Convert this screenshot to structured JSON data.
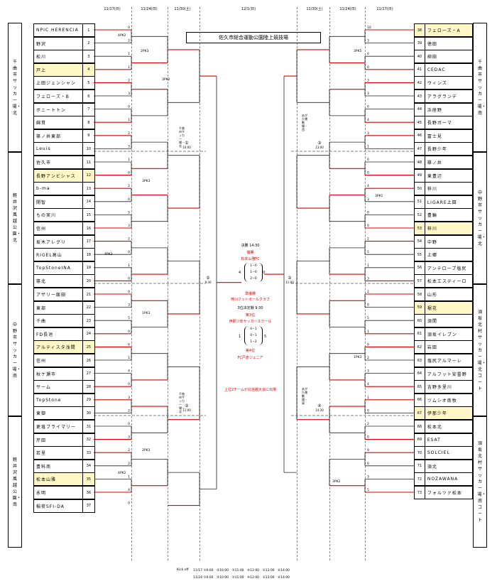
{
  "dates": {
    "l1": "11/17(日)",
    "l2": "11/24(日)",
    "l3": "11/30(土)",
    "c": "12/1(日)",
    "r3": "11/30(土)",
    "r2": "11/24(日)",
    "r1": "11/17(日)"
  },
  "venue_final": "佐久市総合運動公園陸上競技場",
  "regions": {
    "l1": "千曲市サッカー場・北",
    "l2": "軽井沢風越公園・北",
    "l3": "中野市サッカー場・南",
    "l4": "軽井沢風越公園・南",
    "r1": "千曲市サッカー場・南",
    "r2": "中野市サッカー場・北",
    "r3": "須坂北村サッカー場・北コート",
    "r4": "須坂北村サッカー場・南コート"
  },
  "left_teams": [
    {
      "no": "1",
      "name": "NPIC HERENCIA",
      "hl": false
    },
    {
      "no": "2",
      "name": "野沢",
      "hl": false
    },
    {
      "no": "3",
      "name": "松川",
      "hl": false
    },
    {
      "no": "4",
      "name": "戸上",
      "hl": true
    },
    {
      "no": "5",
      "name": "上田ジェンシャン",
      "hl": false
    },
    {
      "no": "6",
      "name": "フェローズ・B",
      "hl": false
    },
    {
      "no": "7",
      "name": "ボニートトン",
      "hl": false
    },
    {
      "no": "8",
      "name": "綿貫",
      "hl": false
    },
    {
      "no": "9",
      "name": "篠ノ井東部",
      "hl": false
    },
    {
      "no": "10",
      "name": "Leuis",
      "hl": false
    },
    {
      "no": "11",
      "name": "佐久市",
      "hl": false
    },
    {
      "no": "12",
      "name": "長野アンビシャス",
      "hl": true
    },
    {
      "no": "13",
      "name": "b-ma",
      "hl": false
    },
    {
      "no": "14",
      "name": "開智",
      "hl": false
    },
    {
      "no": "15",
      "name": "もの実川",
      "hl": false
    },
    {
      "no": "16",
      "name": "信州",
      "hl": false
    },
    {
      "no": "17",
      "name": "坂木アレグリ",
      "hl": false
    },
    {
      "no": "18",
      "name": "RIGEL高山",
      "hl": false
    },
    {
      "no": "19",
      "name": "TopStoneINA",
      "hl": false
    },
    {
      "no": "20",
      "name": "篠北",
      "hl": false
    },
    {
      "no": "21",
      "name": "アザリー飯田",
      "hl": false
    },
    {
      "no": "22",
      "name": "東部",
      "hl": false
    },
    {
      "no": "23",
      "name": "千曲",
      "hl": false
    },
    {
      "no": "24",
      "name": "FD長池",
      "hl": false
    },
    {
      "no": "25",
      "name": "アルティスタ浅間",
      "hl": true
    },
    {
      "no": "26",
      "name": "信州",
      "hl": false
    },
    {
      "no": "27",
      "name": "秋ケ瀬市",
      "hl": false
    },
    {
      "no": "28",
      "name": "サーム",
      "hl": false
    },
    {
      "no": "29",
      "name": "TopStone",
      "hl": false
    },
    {
      "no": "30",
      "name": "東御",
      "hl": false
    },
    {
      "no": "31",
      "name": "更埴ブライマリー",
      "hl": false
    },
    {
      "no": "32",
      "name": "芹田",
      "hl": false
    },
    {
      "no": "33",
      "name": "若里",
      "hl": false
    },
    {
      "no": "34",
      "name": "豊科南",
      "hl": false
    },
    {
      "no": "35",
      "name": "松本山雅",
      "hl": true
    },
    {
      "no": "36",
      "name": "永明",
      "hl": false
    },
    {
      "no": "37",
      "name": "稲荷SFI-DA",
      "hl": false
    }
  ],
  "right_teams": [
    {
      "no": "38",
      "name": "フェローズ・A",
      "hl": true
    },
    {
      "no": "39",
      "name": "徳田",
      "hl": false
    },
    {
      "no": "40",
      "name": "柳田",
      "hl": false
    },
    {
      "no": "41",
      "name": "CEDAC",
      "hl": false
    },
    {
      "no": "42",
      "name": "ウィンズ",
      "hl": false
    },
    {
      "no": "43",
      "name": "アラグランデ",
      "hl": false
    },
    {
      "no": "44",
      "name": "浜座野",
      "hl": false
    },
    {
      "no": "45",
      "name": "長野ガーマ",
      "hl": false
    },
    {
      "no": "46",
      "name": "富士見",
      "hl": false
    },
    {
      "no": "47",
      "name": "長野少年",
      "hl": false
    },
    {
      "no": "48",
      "name": "篠ノ井",
      "hl": false
    },
    {
      "no": "49",
      "name": "東豊辺",
      "hl": false
    },
    {
      "no": "50",
      "name": "梓川",
      "hl": false
    },
    {
      "no": "51",
      "name": "LIGARE上田",
      "hl": false
    },
    {
      "no": "52",
      "name": "豊輪",
      "hl": false
    },
    {
      "no": "53",
      "name": "梓川",
      "hl": true
    },
    {
      "no": "54",
      "name": "中野",
      "hl": false
    },
    {
      "no": "55",
      "name": "上郷",
      "hl": false
    },
    {
      "no": "56",
      "name": "アンテロープ塩尻",
      "hl": false
    },
    {
      "no": "57",
      "name": "松本エスティーロ",
      "hl": false
    },
    {
      "no": "58",
      "name": "山形",
      "hl": false
    },
    {
      "no": "59",
      "name": "裾花",
      "hl": true
    },
    {
      "no": "60",
      "name": "須間",
      "hl": false
    },
    {
      "no": "61",
      "name": "須坂イレブン",
      "hl": false
    },
    {
      "no": "62",
      "name": "岩田",
      "hl": false
    },
    {
      "no": "63",
      "name": "塩尻アルマーレ",
      "hl": false
    },
    {
      "no": "64",
      "name": "アルフット安曇野",
      "hl": false
    },
    {
      "no": "65",
      "name": "吉野多里川",
      "hl": false
    },
    {
      "no": "66",
      "name": "ツムシオ南牧",
      "hl": false
    },
    {
      "no": "67",
      "name": "伊那少年",
      "hl": true
    },
    {
      "no": "68",
      "name": "松本北",
      "hl": false
    },
    {
      "no": "69",
      "name": "ESAT",
      "hl": false
    },
    {
      "no": "70",
      "name": "SOLCIEL",
      "hl": false
    },
    {
      "no": "71",
      "name": "須北",
      "hl": false
    },
    {
      "no": "72",
      "name": "NOZAWANA",
      "hl": false
    },
    {
      "no": "73",
      "name": "フォルツァ松本",
      "hl": false
    }
  ],
  "match_labels": {
    "m1": "①",
    "m1_time": "10:00",
    "m2": "②",
    "m2_time": "11:00",
    "m3": "③",
    "m3_time": "13:00",
    "m4": "④",
    "m4_time": "14:30",
    "sf1": "⑤",
    "sf1_time": "9:30",
    "sf2": "②",
    "sf2_time": "11:00"
  },
  "center": {
    "final_time": "決勝 14:30",
    "champion_label": "優勝",
    "champion": "松本山雅FC",
    "score_left": "4",
    "score_right": "0",
    "scores": [
      "1−0",
      "1−0",
      "2−0"
    ],
    "runner_up_label": "準優勝",
    "runner_up": "梓川フットボールクラブ",
    "third_time": "3位決定戦 9:30",
    "third_label": "第3位",
    "third": "伊那少年サッカースクール",
    "third_scores": [
      "0−1",
      "0−1",
      "1−2"
    ],
    "fourth_left": "1",
    "fourth_right": "5",
    "fourth_label": "第4位",
    "fourth": "FC戸倉ジュニア",
    "note": "上位2チームが北信越大会に出場"
  },
  "kickoff": {
    "label": "Kick off",
    "row1": "11/17 ①9:00　②10:00　③11:00　④12:00　⑤13:00　⑥14:00",
    "row2": "11/24 ①9:00　②10:00　③11:00　④12:00　⑤13:00　⑥14:00"
  },
  "pk_labels": {
    "l_a": "4PK2",
    "l_b": "3PK2",
    "l_c": "2PK3",
    "l_d": "3PK3",
    "l_e": "4PK3",
    "l_f": "1PK3",
    "l_g": "2PK3",
    "l_h": "4PK2",
    "r_a": "3PK5",
    "r_b": "3PK1",
    "r_c": "1PK3",
    "r_d": "3PK2"
  },
  "side_venues": {
    "l_top": "千曲市サッカー場・北",
    "l_bot": "千曲市サッカー場・北",
    "r_top": "あがた運動場・西",
    "r_bot": "あがた運動場・東"
  },
  "scores_col1_left": [
    "0",
    "2",
    "1",
    "1",
    "2",
    "3",
    "0",
    "1",
    "2",
    "3",
    "1",
    "0",
    "2",
    "0",
    "5",
    "3",
    "2",
    "0",
    "1",
    "0",
    "0",
    "3",
    "5",
    "0",
    "6",
    "1",
    "4",
    "0",
    "3",
    "2",
    "0",
    "3",
    "2",
    "2",
    "1",
    "4",
    "0"
  ],
  "scores_col1_right": [
    "10",
    "3",
    "0",
    "0",
    "3",
    "3",
    "0",
    "4",
    "3",
    "1",
    "0",
    "0",
    "4",
    "3",
    "0",
    "0",
    "2",
    "5",
    "1",
    "3",
    "2",
    "0",
    "5",
    "1",
    "0",
    "2",
    "3",
    "4",
    "1",
    "0",
    "2",
    "0",
    "9",
    "0",
    "3",
    "5"
  ]
}
